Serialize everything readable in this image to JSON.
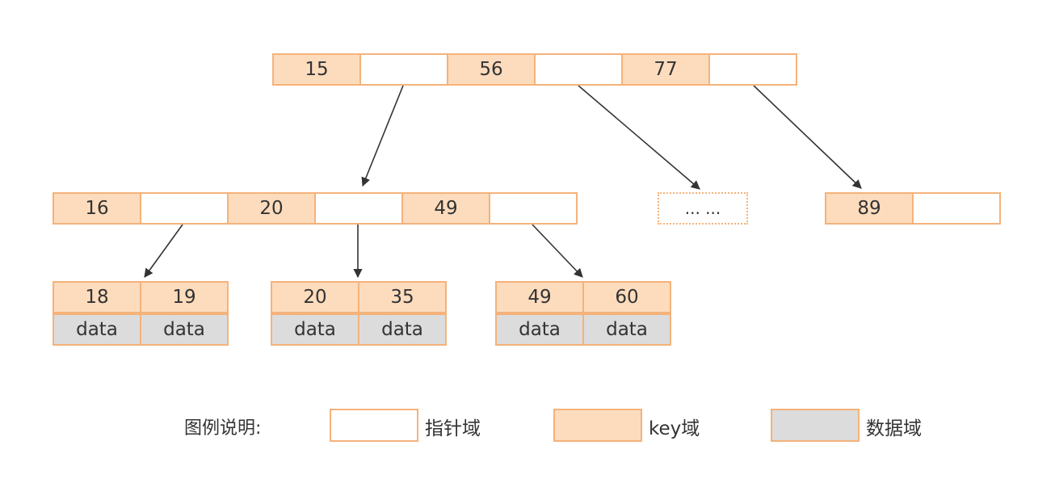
{
  "root": {
    "keys": [
      "15",
      "56",
      "77"
    ]
  },
  "level2": {
    "node_a": {
      "keys": [
        "16",
        "20",
        "49"
      ]
    },
    "placeholder": "... ...",
    "node_c": {
      "keys": [
        "89"
      ]
    }
  },
  "leaves": [
    {
      "keys": [
        "18",
        "19"
      ],
      "data": [
        "data",
        "data"
      ]
    },
    {
      "keys": [
        "20",
        "35"
      ],
      "data": [
        "data",
        "data"
      ]
    },
    {
      "keys": [
        "49",
        "60"
      ],
      "data": [
        "data",
        "data"
      ]
    }
  ],
  "legend": {
    "title": "图例说明:",
    "pointer": "指针域",
    "key": "key域",
    "data": "数据域"
  },
  "colors": {
    "key_fill": "#fddcbd",
    "border": "#f5b27a",
    "data_fill": "#dcdcdc",
    "arrow": "#333333"
  }
}
